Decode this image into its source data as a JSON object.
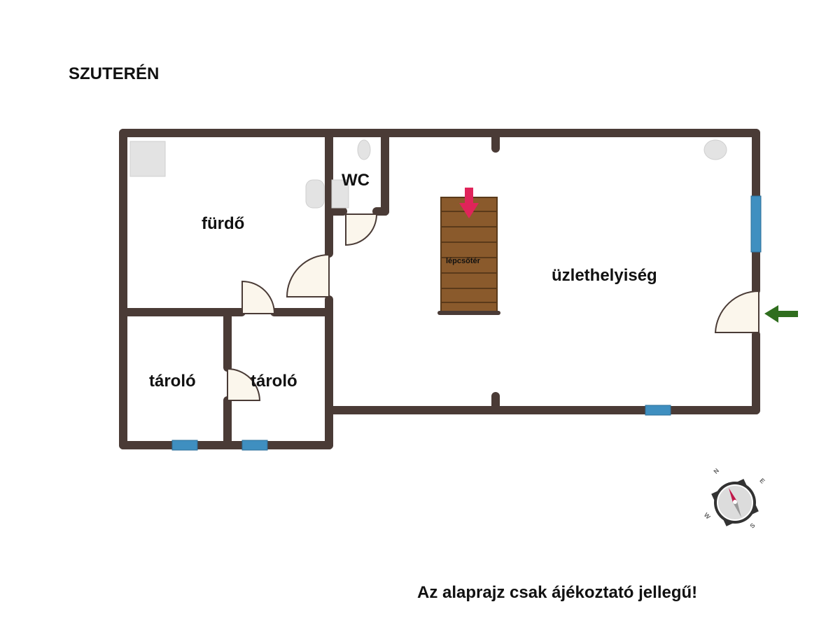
{
  "title": "SZUTERÉN",
  "rooms": {
    "bathroom": "fürdő",
    "wc": "WC",
    "staircase": "lépcsőtér",
    "shop": "üzlethelyiség",
    "storage_left": "tároló",
    "storage_right": "tároló"
  },
  "compass": {
    "n": "N",
    "e": "E",
    "s": "S",
    "w": "W"
  },
  "disclaimer": "Az alaprajz csak ájékoztató jellegű!",
  "colors": {
    "wall": "#4a3b36",
    "window": "#3f8fc0",
    "stairs": "#8a5a2c",
    "entry_arrow": "#2f6e1e",
    "stair_arrow": "#e0245a"
  }
}
